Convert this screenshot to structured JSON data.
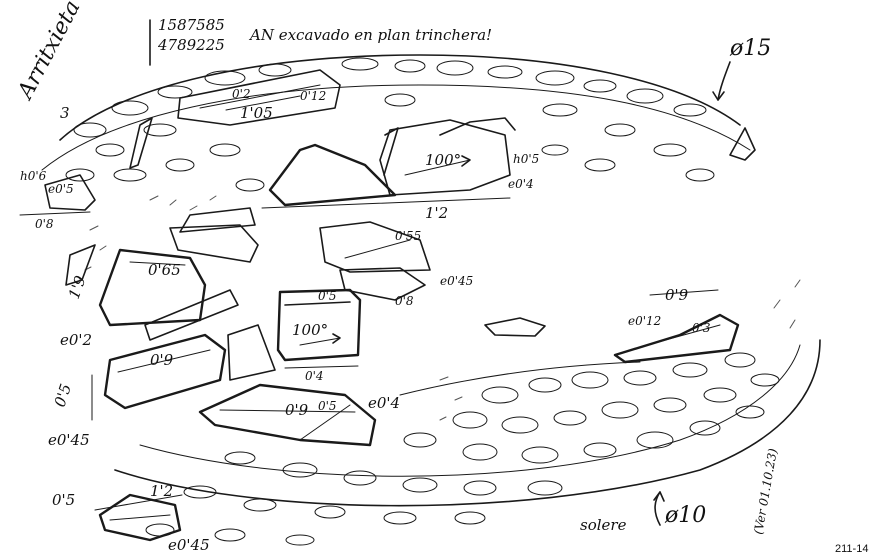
{
  "header": {
    "site_name": "Arritxieta",
    "site_number": "3",
    "coord_x": "1587585",
    "coord_y": "4789225",
    "note": "AN excavado en plan trinchera!"
  },
  "outer_circle": {
    "diameter_label": "ø15",
    "diameter_bottom_label": "ø10",
    "ground_label": "solere",
    "date_label": "(Ver 01.10.23)"
  },
  "stones": {
    "top_long": [
      "0'2",
      "1'05",
      "0'12"
    ],
    "left_edge": [
      "h0'6",
      "e0'5",
      "0'8"
    ],
    "center_slab": [
      "100°",
      "h0'5",
      "e0'4",
      "1'2"
    ],
    "center_mid": [
      "0'55",
      "e0'45",
      "0'8"
    ],
    "left_upper": [
      "0'65",
      "1'9",
      "e0'2"
    ],
    "center_box": [
      "0'5",
      "100°",
      "0'4"
    ],
    "left_lower": [
      "0'9",
      "0'5",
      "e0'45"
    ],
    "center_lower": [
      "0'9",
      "0'5",
      "e0'4"
    ],
    "right_stone": [
      "0'9",
      "e0'12",
      "0'3"
    ],
    "bottom_left": [
      "0'5",
      "1'2",
      "e0'45"
    ]
  },
  "footer": {
    "id": "211-14"
  }
}
